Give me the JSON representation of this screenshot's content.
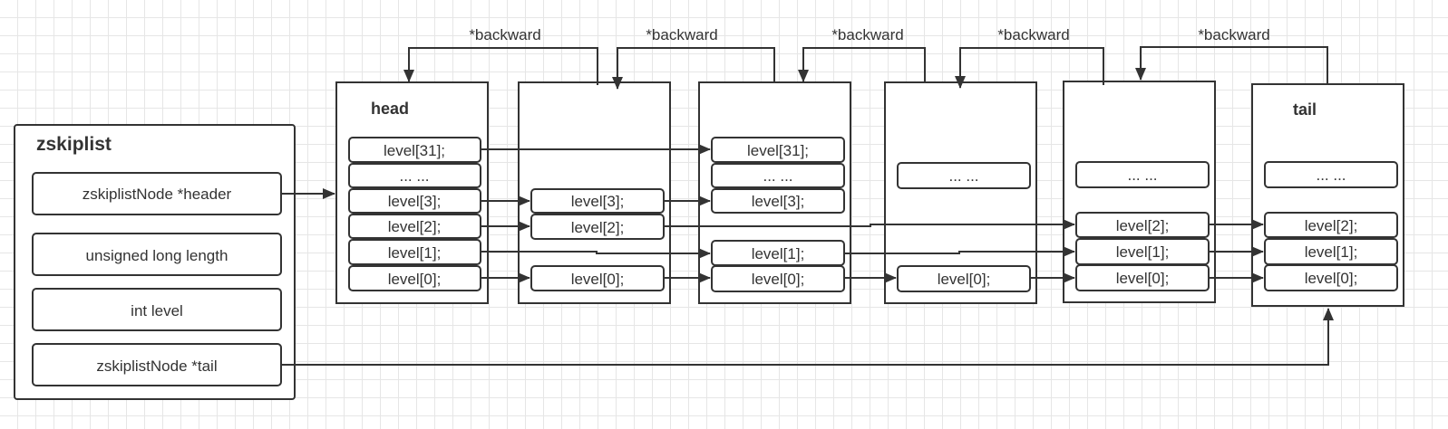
{
  "colors": {
    "stroke": "#333333",
    "grid": "#e6e6e6",
    "background": "#ffffff"
  },
  "zskiplist": {
    "title": "zskiplist",
    "fields": {
      "header": "zskiplistNode *header",
      "length": "unsigned long length",
      "level": "int level",
      "tail": "zskiplistNode *tail"
    }
  },
  "backward_label": "*backward",
  "nodes": [
    {
      "title": "head",
      "levels": [
        "level[31];",
        "... ...",
        "level[3];",
        "level[2];",
        "level[1];",
        "level[0];"
      ]
    },
    {
      "title": "",
      "levels": [
        "level[3];",
        "level[2];",
        "level[0];"
      ]
    },
    {
      "title": "",
      "levels": [
        "level[31];",
        "... ...",
        "level[3];",
        "level[1];",
        "level[0];"
      ]
    },
    {
      "title": "",
      "levels": [
        "... ...",
        "level[0];"
      ]
    },
    {
      "title": "",
      "levels": [
        "... ...",
        "level[2];",
        "level[1];",
        "level[0];"
      ]
    },
    {
      "title": "tail",
      "levels": [
        "... ...",
        "level[2];",
        "level[1];",
        "level[0];"
      ]
    }
  ]
}
